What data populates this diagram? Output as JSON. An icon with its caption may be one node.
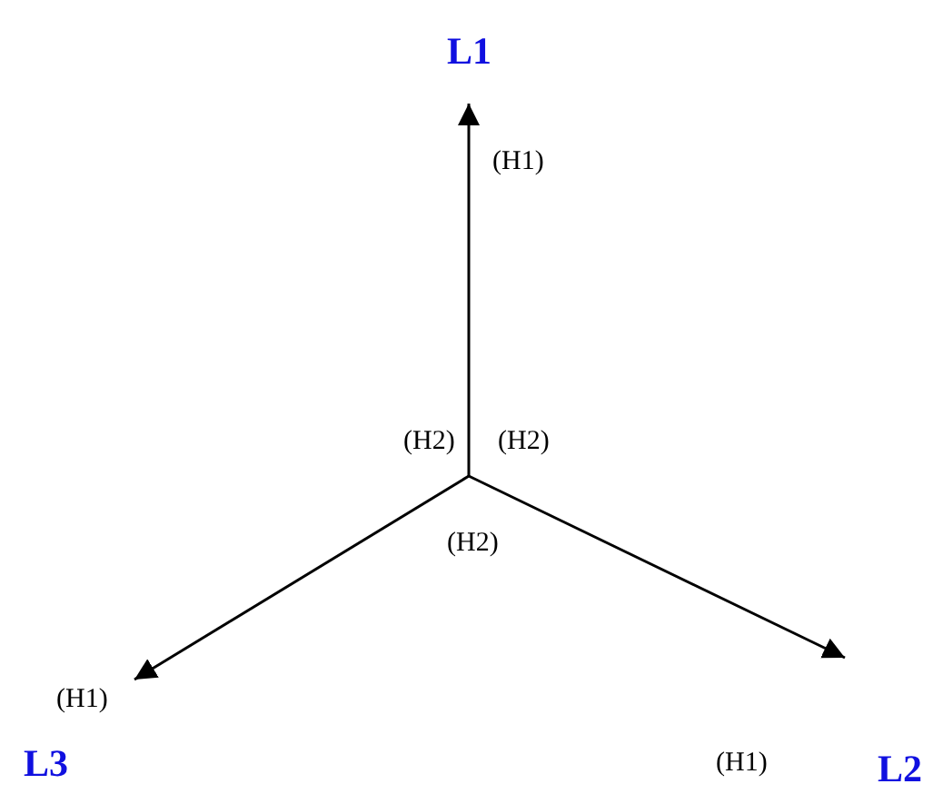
{
  "diagram": {
    "nodes": [
      {
        "text": [
          "L1"
        ]
      },
      {
        "text": [
          "L2"
        ]
      },
      {
        "text": [
          "L3"
        ]
      }
    ],
    "edges": [
      {
        "from": null,
        "to": 0,
        "arrow": "to"
      },
      {
        "from": null,
        "to": 1,
        "arrow": "to"
      },
      {
        "from": null,
        "to": 2,
        "arrow": "to"
      }
    ],
    "labels": [
      "(H1)",
      "(H2)",
      "(H2)",
      "(H2)",
      "(H1)",
      "(H1)"
    ]
  }
}
